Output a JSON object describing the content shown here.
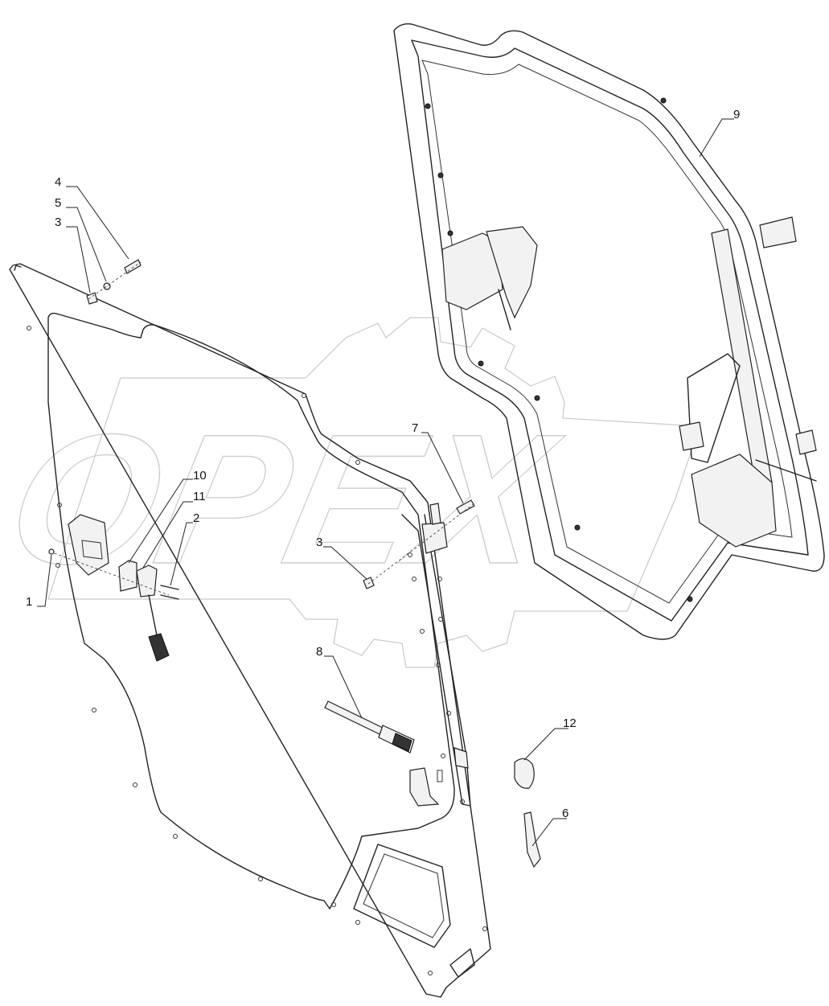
{
  "watermark": {
    "text": "OPEX"
  },
  "corner_mark": {
    "text": ""
  },
  "callouts": [
    {
      "id": "c4",
      "label": "4"
    },
    {
      "id": "c5",
      "label": "5"
    },
    {
      "id": "c3a",
      "label": "3"
    },
    {
      "id": "c10",
      "label": "10"
    },
    {
      "id": "c11",
      "label": "11"
    },
    {
      "id": "c2",
      "label": "2"
    },
    {
      "id": "c1",
      "label": "1"
    },
    {
      "id": "c7",
      "label": "7"
    },
    {
      "id": "c3b",
      "label": "3"
    },
    {
      "id": "c8",
      "label": "8"
    },
    {
      "id": "c9",
      "label": "9"
    },
    {
      "id": "c12",
      "label": "12"
    },
    {
      "id": "c6",
      "label": "6"
    }
  ]
}
